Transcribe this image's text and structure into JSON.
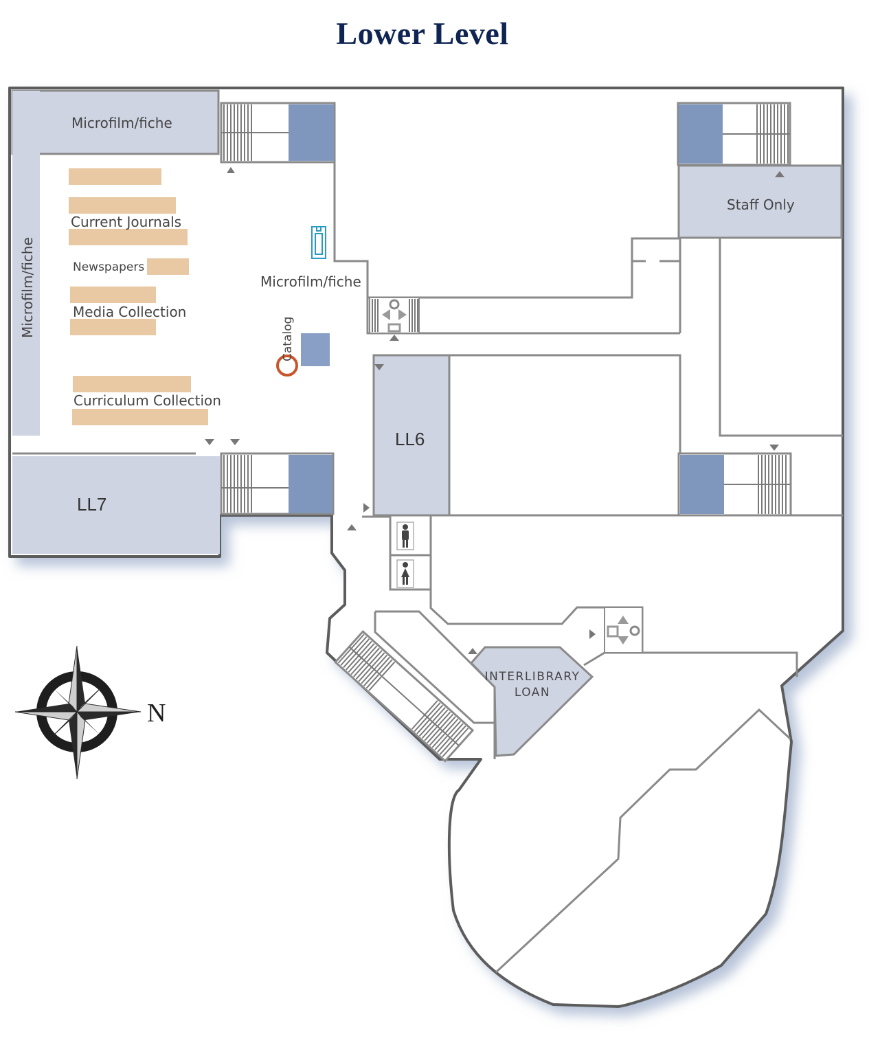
{
  "title": "Lower Level",
  "colors": {
    "title": "#0f2453",
    "room_light": "#cfd4e3",
    "room_dark": "#7f97bd",
    "shelf": "#e8c9a4",
    "catalog": "#c9552b",
    "microfilm_reader": "#2a9bc0",
    "wall": "#5c5c5c",
    "inner_line": "#8a8a8a"
  },
  "labels": {
    "microfilm_top": "Microfilm/fiche",
    "microfilm_side": "Microfilm/fiche",
    "microfilm_center": "Microfilm/fiche",
    "current_journals": "Current Journals",
    "newspapers": "Newspapers",
    "media_collection": "Media Collection",
    "curriculum_collection": "Curriculum Collection",
    "catalog": "Catalog",
    "staff_only": "Staff Only",
    "ll6": "LL6",
    "ll7": "LL7",
    "interlibrary_line1": "INTERLIBRARY",
    "interlibrary_line2": "LOAN",
    "compass_north": "N"
  },
  "icons": [
    "stairs-icon",
    "elevator-icon",
    "mens-restroom-icon",
    "womens-restroom-icon",
    "microfilm-reader-icon",
    "compass-rose-icon",
    "direction-arrow-icon"
  ]
}
